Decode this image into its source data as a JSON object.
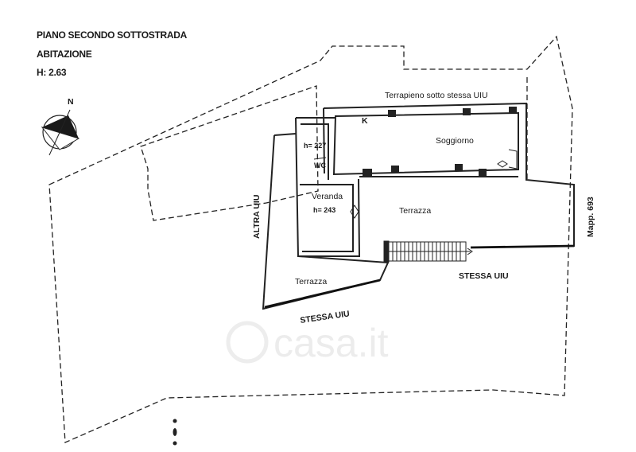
{
  "header": {
    "line1": "PIANO SECONDO SOTTOSTRADA",
    "line2": "ABITAZIONE",
    "line3": "H: 2.63"
  },
  "compass": {
    "label": "N"
  },
  "rooms": {
    "terrapieno": "Terrapieno sotto stessa UIU",
    "kitchen": "K",
    "soggiorno": "Soggiorno",
    "height_227": "h= 227",
    "wc": "WC",
    "veranda": "Veranda",
    "height_243": "h= 243",
    "terrazza_main": "Terrazza",
    "terrazza_lower": "Terrazza"
  },
  "boundaries": {
    "altra_uiu": "ALTRA UIU",
    "stessa_uiu_right": "STESSA UIU",
    "stessa_uiu_bottom": "STESSA UIU",
    "mapp": "Mapp. 693"
  },
  "watermark": "casa.it"
}
